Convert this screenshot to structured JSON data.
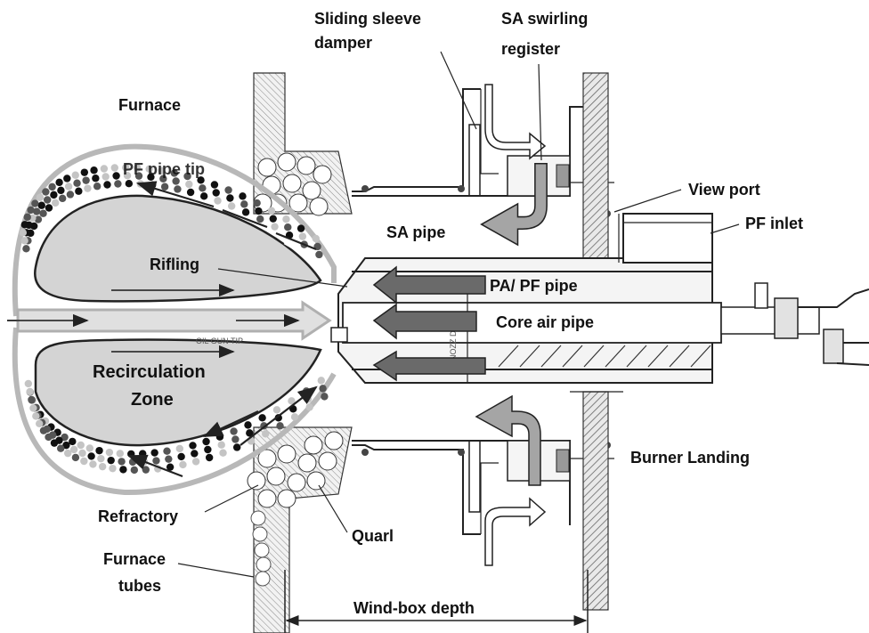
{
  "labels": {
    "sliding_sleeve_1": "Sliding sleeve",
    "sliding_sleeve_2": "damper",
    "sa_swirling_1": "SA swirling",
    "sa_swirling_2": "register",
    "furnace": "Furnace",
    "pf_pipe_tip": "PF pipe tip",
    "view_port": "View port",
    "pf_inlet": "PF inlet",
    "sa_pipe": "SA pipe",
    "rifling": "Rifling",
    "pa_pf_pipe": "PA/ PF pipe",
    "core_air_pipe": "Core air pipe",
    "recirculation": "Recirculation",
    "zone": "Zone",
    "burner_landing": "Burner Landing",
    "refractory": "Refractory",
    "quarl": "Quarl",
    "furnace_tubes_1": "Furnace",
    "furnace_tubes_2": "tubes",
    "wind_box_depth": "Wind-box depth",
    "oil_gun_tip": "OIL GUN TIP",
    "nozzle_dia": "NOZZ DIA"
  },
  "colors": {
    "zone_fill": "#d4d4d4",
    "flame_outline": "#b8b8b8",
    "dot_black": "#111111",
    "dot_dark": "#555555",
    "dot_light": "#c4c4c4",
    "arrow_dark": "#6a6a6a",
    "arrow_light": "#a5a5a5",
    "wall_hatch": "#555555"
  }
}
